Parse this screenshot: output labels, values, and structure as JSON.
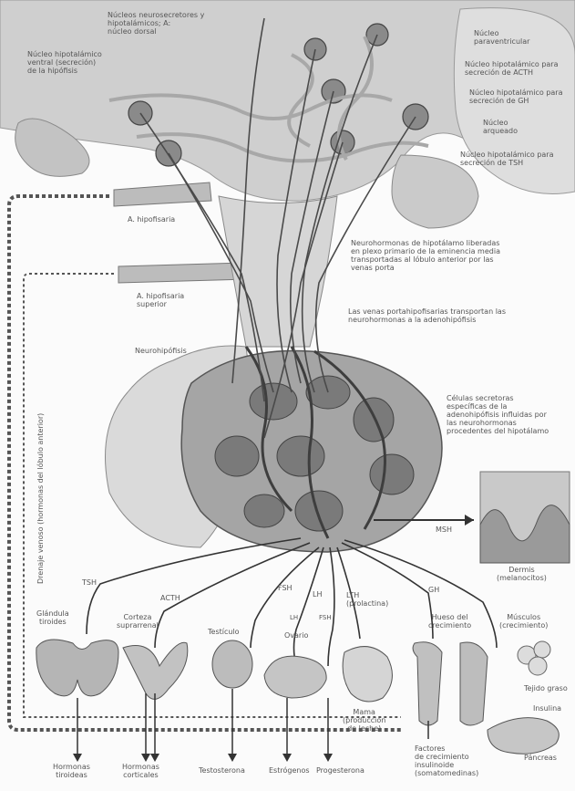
{
  "labels": {
    "top_nuclei": "Núcleos neurosecretores y\nhipotalámicos; A:\nnúcleo dorsal",
    "paraventricular": "Núcleo\nparaventricular",
    "ventral_nucleus": "Núcleo hipotalámico\nventral (secreción)\nde la hipófisis",
    "nucleus_a": "Núcleo hipotalámico para\nsecreción de ACTH",
    "nucleus_b": "Núcleo hipotalámico para\nsecreción de GH",
    "arcuate": "Núcleo\narqueado",
    "nucleus_c": "Núcleo hipotalámico para\nsecreción de TSH",
    "hypophyseal_artery": "A. hipofisaria",
    "sup_hypophyseal_artery": "A. hipofisaria\nsuperior",
    "neurohormones": "Neurohormonas de hipotálamo liberadas\nen plexo primario de la eminencia media\ntransportadas al lóbulo anterior por las\nvenas porta",
    "portal_veins": "Las venas portahipofisarias transportan las\nneurohormonas a la adenohipófisis",
    "neurohypophysis": "Neurohipófisis",
    "secretory_cells": "Células secretoras\nespecíficas de la\nadenohipófisis influidas por\nlas neurohormonas\nprocedentes del hipotálamo",
    "venous_drainage": "Drenaje venoso (hormonas del lóbulo anterior)",
    "msh": "MSH",
    "skin": "Dermis\n(melanocitos)",
    "tsh": "TSH",
    "acth": "ACTH",
    "fsh": "FSH",
    "lh": "LH",
    "lth": "LTH\n(prolactina)",
    "gh": "GH",
    "thyroid": "Glándula\ntiroides",
    "adrenal": "Corteza\nsuprarrenal",
    "testis": "Testículo",
    "ovary": "Ovario",
    "breast": "Mama\n(producción\nde leche)",
    "bone": "Hueso del\ncrecimiento",
    "muscle": "Músculos\n(crecimiento)",
    "fat": "Tejido graso",
    "insulin": "Insulina",
    "pancreas": "Páncreas",
    "thyroid_hormones": "Hormonas\ntiroideas",
    "corticoids": "Hormonas\ncorticales",
    "testosterone": "Testosterona",
    "estrogens": "Estrógenos",
    "progesterone": "Progesterona",
    "growth_factors": "Factores\nde crecimiento\ninsulinoide\n(somatomedinas)",
    "lh_small": "LH",
    "fsh_small": "FSH"
  },
  "colors": {
    "tissue": "#cfcfcf",
    "tissue_dark": "#9a9a9a",
    "vessel": "#4a4a4a",
    "capsule": "#bdbdbd",
    "background": "#fbfbfb"
  }
}
